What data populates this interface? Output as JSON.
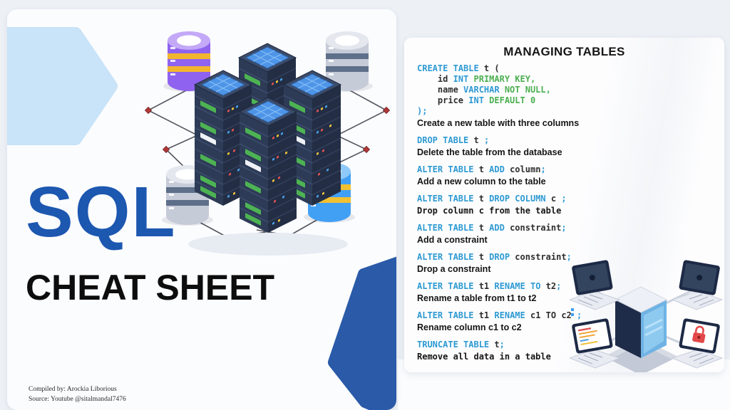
{
  "page": {
    "background": "#edf1f6"
  },
  "left_panel": {
    "title": "SQL",
    "subtitle": "CHEAT SHEET",
    "credit_line1": "Compiled by: Arockia Liborious",
    "credit_line2": "Source: Youtube @sitalmandal7476",
    "colors": {
      "title_blue": "#1c57b0",
      "subtitle_black": "#0d0d0d",
      "hexagon_light": "#c9e3f8",
      "hexagon_dark": "#2a5aa8"
    },
    "illustration_icons": [
      "hexagon-accent-light",
      "database-cylinder-purple",
      "database-cylinder-gray",
      "database-cylinder-gray",
      "database-cylinder-blue",
      "server-rack-cluster",
      "network-node-red",
      "hexagon-accent-dark"
    ]
  },
  "right_panel": {
    "header": "MANAGING TABLES",
    "code_colors": {
      "keyword": "#2e9ad2",
      "constraint_green": "#4caf50",
      "plain": "#2e2e2e"
    },
    "snippets": [
      {
        "lines": [
          [
            [
              "CREATE TABLE",
              "k"
            ],
            [
              " t (",
              "p"
            ]
          ],
          [
            [
              "    id ",
              "p"
            ],
            [
              "INT",
              "k"
            ],
            [
              " PRIMARY KEY,",
              "g"
            ]
          ],
          [
            [
              "    name ",
              "p"
            ],
            [
              "VARCHAR",
              "k"
            ],
            [
              " NOT NULL,",
              "g"
            ]
          ],
          [
            [
              "    price ",
              "p"
            ],
            [
              "INT",
              "k"
            ],
            [
              " DEFAULT 0",
              "g"
            ]
          ],
          [
            [
              ");",
              "k"
            ]
          ]
        ],
        "desc": "Create a new table with three columns",
        "mono": false
      },
      {
        "lines": [
          [
            [
              "DROP TABLE",
              "k"
            ],
            [
              " t ",
              "p"
            ],
            [
              ";",
              "k"
            ]
          ]
        ],
        "desc": "Delete the table from the database",
        "mono": false
      },
      {
        "lines": [
          [
            [
              "ALTER TABLE",
              "k"
            ],
            [
              " t ",
              "p"
            ],
            [
              "ADD",
              "k"
            ],
            [
              " column",
              "p"
            ],
            [
              ";",
              "k"
            ]
          ]
        ],
        "desc": "Add a new column to the table",
        "mono": false
      },
      {
        "lines": [
          [
            [
              "ALTER TABLE",
              "k"
            ],
            [
              " t ",
              "p"
            ],
            [
              "DROP COLUMN",
              "k"
            ],
            [
              " c ",
              "p"
            ],
            [
              ";",
              "k"
            ]
          ]
        ],
        "desc": "Drop column c from the table",
        "mono": true
      },
      {
        "lines": [
          [
            [
              "ALTER TABLE",
              "k"
            ],
            [
              " t ",
              "p"
            ],
            [
              "ADD",
              "k"
            ],
            [
              " constraint",
              "p"
            ],
            [
              ";",
              "k"
            ]
          ]
        ],
        "desc": "Add a constraint",
        "mono": false
      },
      {
        "lines": [
          [
            [
              "ALTER TABLE",
              "k"
            ],
            [
              " t ",
              "p"
            ],
            [
              "DROP",
              "k"
            ],
            [
              " constraint",
              "p"
            ],
            [
              ";",
              "k"
            ]
          ]
        ],
        "desc": "Drop a constraint",
        "mono": false
      },
      {
        "lines": [
          [
            [
              "ALTER TABLE",
              "k"
            ],
            [
              " t1 ",
              "p"
            ],
            [
              "RENAME TO",
              "k"
            ],
            [
              " t2",
              "p"
            ],
            [
              ";",
              "k"
            ]
          ]
        ],
        "desc": "Rename a table from t1 to t2",
        "mono": false
      },
      {
        "lines": [
          [
            [
              "ALTER TABLE",
              "k"
            ],
            [
              " t1 ",
              "p"
            ],
            [
              "RENAME",
              "k"
            ],
            [
              " c1 TO c2 ",
              "p"
            ],
            [
              ";",
              "k"
            ]
          ]
        ],
        "desc": "Rename column c1 to c2",
        "mono": false
      },
      {
        "lines": [
          [
            [
              "TRUNCATE TABLE",
              "k"
            ],
            [
              " t",
              "p"
            ],
            [
              ";",
              "k"
            ]
          ]
        ],
        "desc": "Remove all data in a table",
        "mono": true
      }
    ],
    "illustration_icons": [
      "server-tower",
      "laptop-dark-screen",
      "laptop-dark-screen",
      "laptop-document-screen",
      "laptop-padlock-screen",
      "padlock-icon"
    ]
  }
}
